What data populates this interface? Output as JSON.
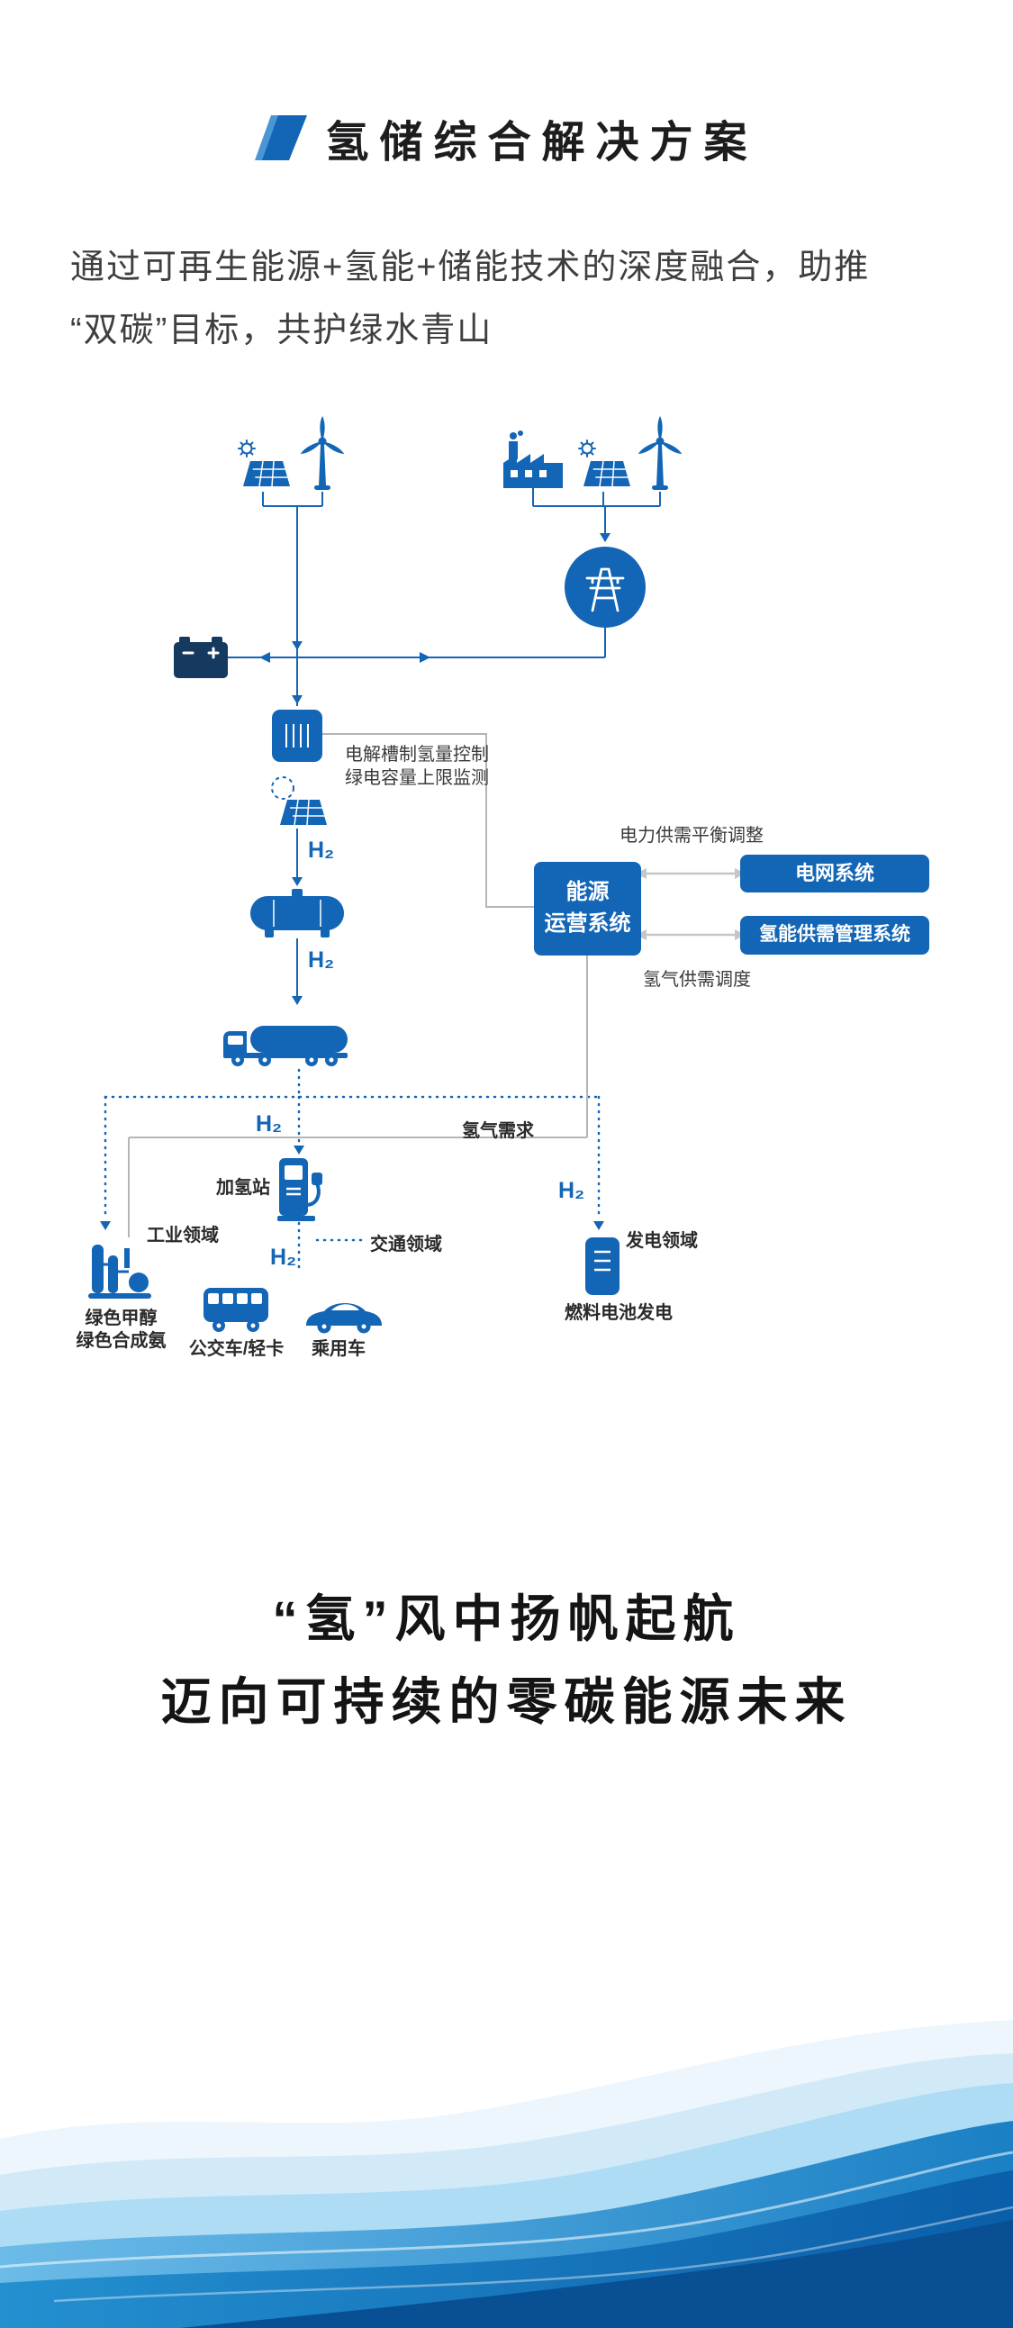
{
  "header": {
    "title": "氢储综合解决方案"
  },
  "intro": {
    "line1": "通过可再生能源+氢能+储能技术的深度融合，助推",
    "line2": "“双碳”目标，共护绿水青山"
  },
  "diagram": {
    "labels": {
      "h2": "H₂",
      "electrolyzer_control": "电解槽制氢量控制",
      "green_power_limit": "绿电容量上限监测",
      "power_balance": "电力供需平衡调整",
      "h2_dispatch": "氢气供需调度",
      "h2_demand": "氢气需求",
      "refueling_station": "加氢站",
      "industry_field": "工业领域",
      "transport_field": "交通领域",
      "power_gen_field": "发电领域",
      "green_methanol": "绿色甲醇",
      "green_ammonia": "绿色合成氨",
      "bus_light_truck": "公交车/轻卡",
      "passenger_car": "乘用车",
      "fuel_cell_power": "燃料电池发电"
    },
    "systems": {
      "energy_ops": {
        "line1": "能源",
        "line2": "运营系统"
      },
      "grid": "电网系统",
      "hydrogen_mgmt": "氢能供需管理系统"
    }
  },
  "slogan": {
    "line1": "“氢”风中扬帆起航",
    "line2": "迈向可持续的零碳能源未来"
  },
  "colors": {
    "primary": "#1365b5",
    "battery_navy": "#16395f",
    "line_gray": "#b5b5b5",
    "text_dark": "#1d1d1f",
    "text_body": "#3f3f3f"
  }
}
